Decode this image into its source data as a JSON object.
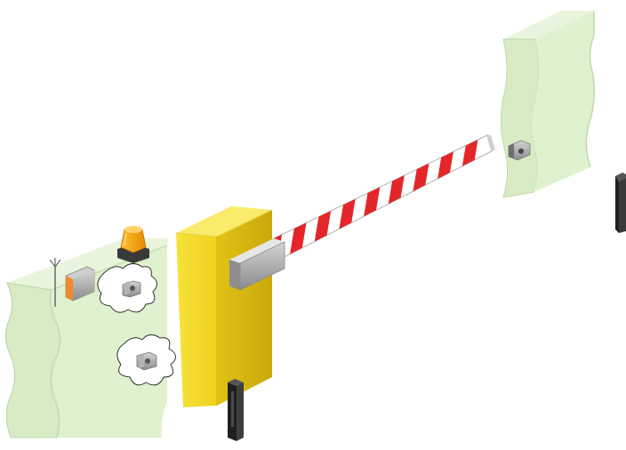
{
  "diagram": {
    "components": [
      {
        "id": "left-wall",
        "label": ""
      },
      {
        "id": "right-wall",
        "label": ""
      },
      {
        "id": "barrier-cabinet",
        "label": ""
      },
      {
        "id": "barrier-boom",
        "label": ""
      },
      {
        "id": "flashing-lamp",
        "label": ""
      },
      {
        "id": "antenna",
        "label": ""
      },
      {
        "id": "key-selector",
        "label": ""
      },
      {
        "id": "photocell-transmitter-upper",
        "label": ""
      },
      {
        "id": "photocell-transmitter-lower",
        "label": ""
      },
      {
        "id": "photocell-receiver-right-wall",
        "label": ""
      },
      {
        "id": "photocell-column-front",
        "label": ""
      },
      {
        "id": "photocell-column-right",
        "label": ""
      }
    ]
  },
  "colors": {
    "wall": "#ddf0cc",
    "wall_shadow": "#c7deb6",
    "cabinet_front": "#f3dc2a",
    "cabinet_side": "#d7b80f",
    "cabinet_top": "#faec6a",
    "boom_red": "#e4262a",
    "boom_white": "#ffffff",
    "metal": "#9a9a9a",
    "lamp_orange": "#f5a000",
    "column_dark": "#2a2a2a"
  }
}
